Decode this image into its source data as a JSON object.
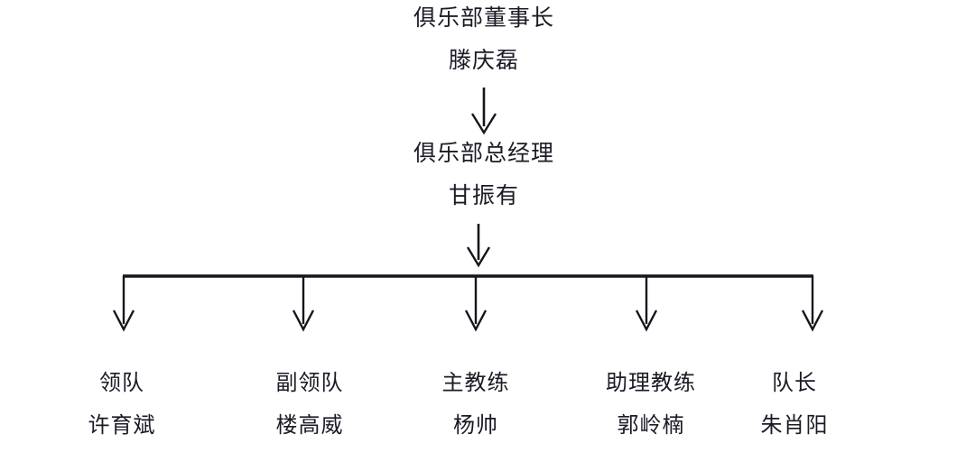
{
  "diagram": {
    "title_top": {
      "role": "俱乐部董事长",
      "name": "滕庆磊"
    },
    "level_two": {
      "role": "俱乐部总经理",
      "name": "甘振有"
    },
    "leaves": [
      {
        "role": "领队",
        "name": "许育斌"
      },
      {
        "role": "副领队",
        "name": "楼高威"
      },
      {
        "role": "主教练",
        "name": "杨帅"
      },
      {
        "role": "助理教练",
        "name": "郭岭楠"
      },
      {
        "role": "队长",
        "name": "朱肖阳"
      }
    ],
    "colors": {
      "text": "#1b1b26",
      "line": "#15151c",
      "background": "#ffffff"
    }
  }
}
